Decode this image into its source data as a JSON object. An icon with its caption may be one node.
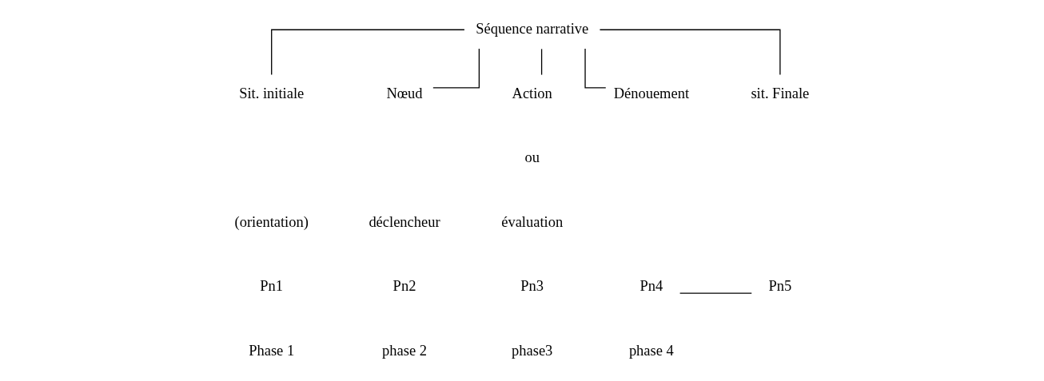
{
  "diagram": {
    "nodes": [
      {
        "text": [
          "Séquence narrative"
        ]
      },
      {
        "text": [
          "Sit. initiale"
        ]
      },
      {
        "text": [
          "Nœud"
        ]
      },
      {
        "text": [
          "Action"
        ]
      },
      {
        "text": [
          "Dénouement"
        ]
      },
      {
        "text": [
          "sit. Finale"
        ]
      },
      {
        "text": [
          "Pn4"
        ]
      },
      {
        "text": [
          "Pn5"
        ]
      }
    ],
    "edges": [
      {
        "from": 0,
        "to": 1,
        "arrow": "none"
      },
      {
        "from": 0,
        "to": 3,
        "arrow": "none"
      },
      {
        "from": 0,
        "to": 5,
        "arrow": "none"
      },
      {
        "from": 0,
        "to": 2,
        "arrow": "none"
      },
      {
        "from": 0,
        "to": 4,
        "arrow": "none"
      },
      {
        "from": 6,
        "to": 7,
        "arrow": "none"
      }
    ],
    "labels": [
      "ou",
      "(orientation)",
      "déclencheur",
      "évaluation",
      "Pn1",
      "Pn2",
      "Pn3",
      "Phase 1",
      "phase 2",
      "phase3",
      "phase 4"
    ]
  }
}
